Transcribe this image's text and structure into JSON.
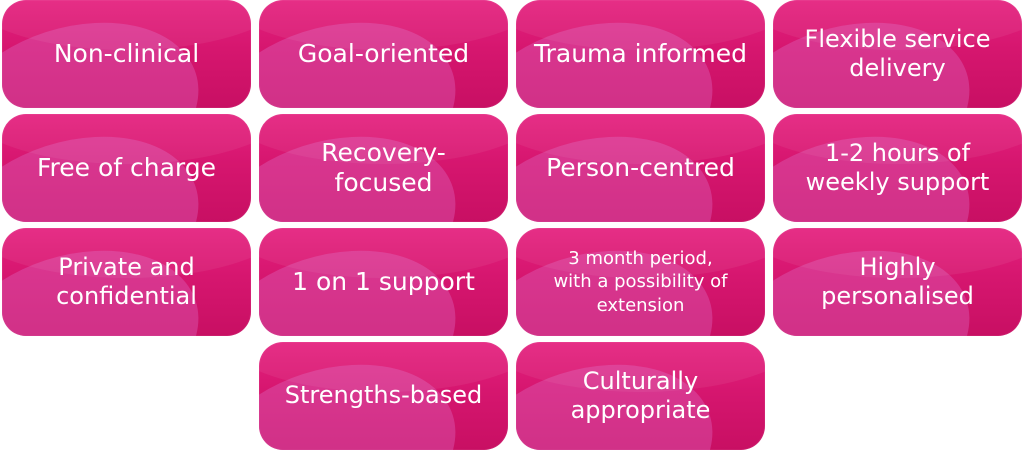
{
  "tiles": [
    {
      "label": "Non-clinical"
    },
    {
      "label": "Goal-oriented"
    },
    {
      "label": "Trauma informed"
    },
    {
      "label": "Flexible service\ndelivery"
    },
    {
      "label": "Free of charge"
    },
    {
      "label": "Recovery-\nfocused"
    },
    {
      "label": "Person-centred"
    },
    {
      "label": "1-2 hours of\nweekly support"
    },
    {
      "label": "Private and\nconfidential"
    },
    {
      "label": "1 on 1 support"
    },
    {
      "label": "3 month period,\nwith a possibility of\nextension"
    },
    {
      "label": "Highly\npersonalised"
    },
    {
      "label": "Strengths-based"
    },
    {
      "label": "Culturally\nappropriate"
    }
  ],
  "colors": {
    "tile_top": "#e5217f",
    "tile_bottom": "#c80f63",
    "text": "#ffffff"
  }
}
